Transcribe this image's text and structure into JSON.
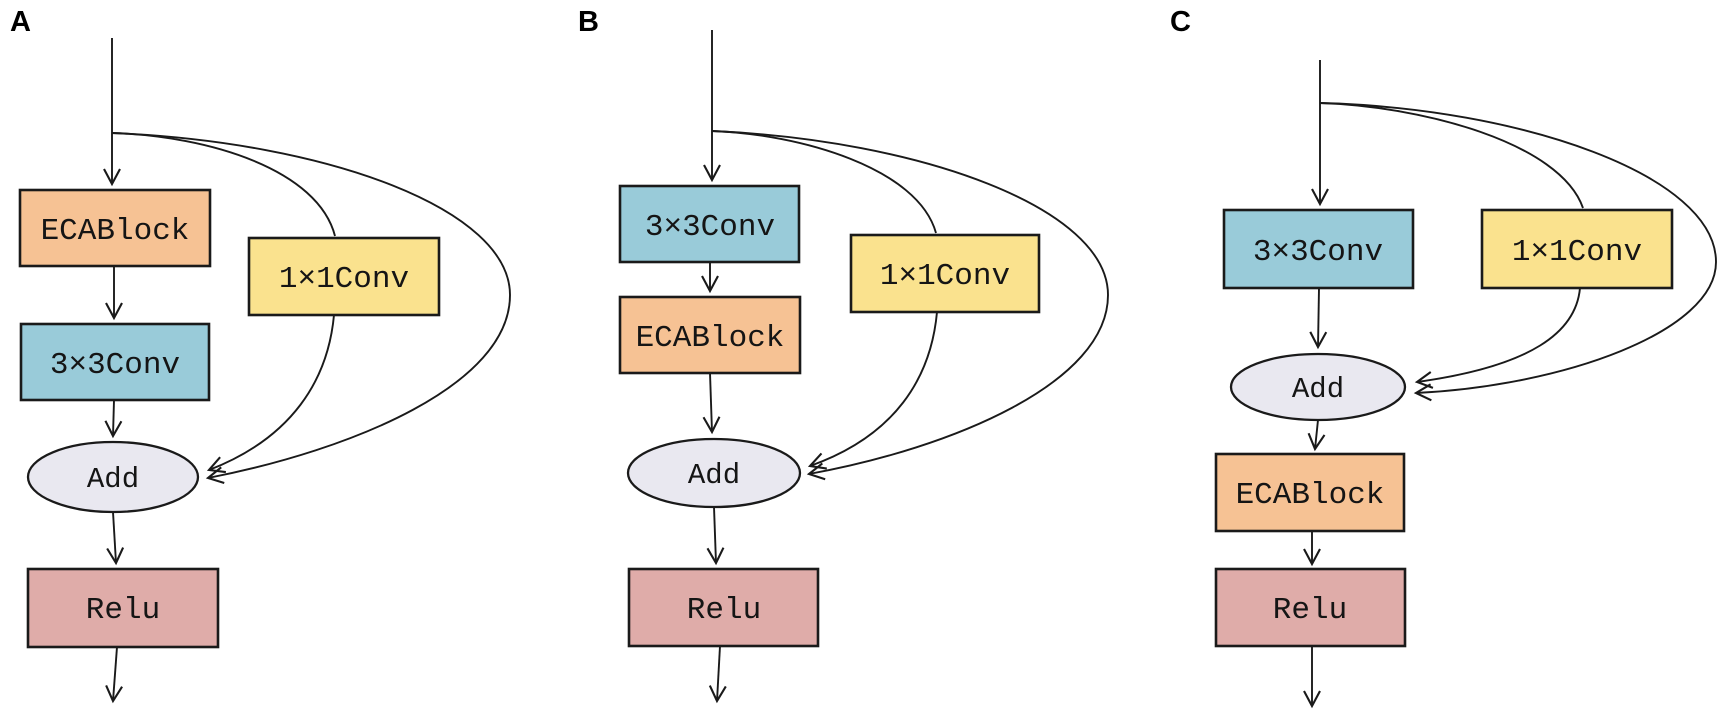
{
  "figure": {
    "panel_a": {
      "label": "A",
      "node1": "ECABlock",
      "node2": "3×3Conv",
      "side": "1×1Conv",
      "merge": "Add",
      "activation": "Relu"
    },
    "panel_b": {
      "label": "B",
      "node1": "3×3Conv",
      "node2": "ECABlock",
      "side": "1×1Conv",
      "merge": "Add",
      "activation": "Relu"
    },
    "panel_c": {
      "label": "C",
      "node1": "3×3Conv",
      "side": "1×1Conv",
      "merge": "Add",
      "node2": "ECABlock",
      "activation": "Relu"
    },
    "colors": {
      "ecablock_fill": "#F6C294",
      "conv3_fill": "#99CBD9",
      "conv1_fill": "#FAE28E",
      "add_fill": "#E9E8F0",
      "relu_fill": "#DFACA9",
      "line": "#1A1A1A"
    }
  }
}
